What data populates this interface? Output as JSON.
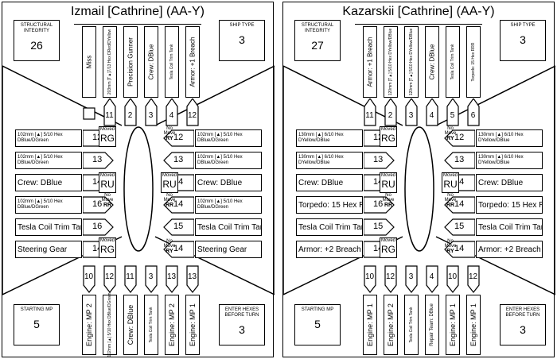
{
  "sheets": [
    {
      "title": "Izmail [Cathrine] (AA-Y)",
      "structural_integrity": {
        "label": "STRUCTURAL INTEGRITY",
        "value": "26"
      },
      "ship_type": {
        "label": "SHIP TYPE",
        "value": "3"
      },
      "starting_mp": {
        "label": "STARTING MP",
        "value": "5"
      },
      "enter_hexes": {
        "label": "ENTER HEXES BEFORE TURN",
        "value": "3"
      },
      "top_cards": [
        {
          "label": "Miss",
          "num": "",
          "blank": true
        },
        {
          "label": "203mm [T▲]7/13 Hex DRed/DYellow",
          "num": "11"
        },
        {
          "label": "Precision Gunner",
          "num": "2"
        },
        {
          "label": "Crew: DBlue",
          "num": "3"
        },
        {
          "label": "Tesla Coil Trim Tank",
          "num": "4"
        },
        {
          "label": "Armor: +1 Breach",
          "num": "12"
        }
      ],
      "left_cards": [
        {
          "label": "102mm [▲] 5/10 Hex DBlue/DGreen",
          "num": "12"
        },
        {
          "label": "102mm [▲] 5/10 Hex DBlue/DGreen",
          "num": "13"
        },
        {
          "label": "Crew: DBlue",
          "num": "14"
        },
        {
          "label": "102mm [▲] 5/10 Hex DBlue/DGreen",
          "num": "16"
        },
        {
          "label": "Tesla Coil Trim Tank",
          "num": "16"
        },
        {
          "label": "Steering Gear",
          "num": "14"
        }
      ],
      "right_cards": [
        {
          "label": "102mm [▲] 5/10 Hex DBlue/DGreen",
          "num": "12"
        },
        {
          "label": "102mm [▲] 5/10 Hex DBlue/DGreen",
          "num": "13"
        },
        {
          "label": "Crew: DBlue",
          "num": "14"
        },
        {
          "label": "102mm [▲] 5/10 Hex DBlue/DGreen",
          "num": "14"
        },
        {
          "label": "Tesla Coil Trim Tank",
          "num": "15"
        },
        {
          "label": "Steering Gear",
          "num": "14"
        }
      ],
      "bottom_cards": [
        {
          "label": "Engine: MP 2",
          "num": "10"
        },
        {
          "label": "102mm [▲] 5/10 Hex DBlue/DGreen",
          "num": "12"
        },
        {
          "label": "Crew: DBlue",
          "num": "11"
        },
        {
          "label": "Tesla Coil Trim Tank",
          "num": "3"
        },
        {
          "label": "Engine: MP 2",
          "num": "13"
        },
        {
          "label": "Engine: MP 1",
          "num": "13"
        }
      ]
    },
    {
      "title": "Kazarskii [Cathrine] (AA-Y)",
      "structural_integrity": {
        "label": "STRUCTURAL INTEGRITY",
        "value": "27"
      },
      "ship_type": {
        "label": "SHIP TYPE",
        "value": "3"
      },
      "starting_mp": {
        "label": "STARTING MP",
        "value": "5"
      },
      "enter_hexes": {
        "label": "ENTER HEXES BEFORE TURN",
        "value": "3"
      },
      "top_cards": [
        {
          "label": "Armor: +1 Breach",
          "num": "11"
        },
        {
          "label": "120mm [T▲] 5/10 Hex DYellow/DBlue",
          "num": "2"
        },
        {
          "label": "120mm [T▲] 5/10 Hex DYellow/DBlue",
          "num": "3"
        },
        {
          "label": "Crew: DBlue",
          "num": "4"
        },
        {
          "label": "Tesla Coil Trim Tank",
          "num": "5"
        },
        {
          "label": "Torpedo: 15 Hex RRR",
          "num": "6"
        }
      ],
      "left_cards": [
        {
          "label": "130mm [▲] 6/10 Hex DYellow/DBlue",
          "num": "12"
        },
        {
          "label": "130mm [▲] 6/10 Hex DYellow/DBlue",
          "num": "13"
        },
        {
          "label": "Crew: DBlue",
          "num": "14"
        },
        {
          "label": "Torpedo: 15 Hex RRR",
          "num": "16"
        },
        {
          "label": "Tesla Coil Trim Tank",
          "num": "15"
        },
        {
          "label": "Armor: +2 Breach",
          "num": "14"
        }
      ],
      "right_cards": [
        {
          "label": "130mm [▲] 6/10 Hex DYellow/DBlue",
          "num": "12"
        },
        {
          "label": "130mm [▲] 6/10 Hex DYellow/DBlue",
          "num": "13"
        },
        {
          "label": "Crew: DBlue",
          "num": "14"
        },
        {
          "label": "Torpedo: 15 Hex RRR",
          "num": "14"
        },
        {
          "label": "Tesla Coil Trim Tank",
          "num": "15"
        },
        {
          "label": "Armor: +2 Breach",
          "num": "14"
        }
      ],
      "bottom_cards": [
        {
          "label": "Engine: MP 1",
          "num": "10"
        },
        {
          "label": "Engine: MP 2",
          "num": "12"
        },
        {
          "label": "Tesla Coil Trim Tank",
          "num": "3"
        },
        {
          "label": "Repair Team: DBlue",
          "num": "4"
        },
        {
          "label": "Engine: MP 1",
          "num": "10"
        },
        {
          "label": "Engine: MP 1",
          "num": "12"
        }
      ]
    }
  ],
  "move_boxes": [
    {
      "top": "Moved",
      "code": "RG"
    },
    {
      "top": "Moved",
      "code": "RU"
    },
    {
      "top": "Moved",
      "code": "RU"
    },
    {
      "top": "Moved",
      "code": "RG"
    }
  ],
  "no_move": [
    {
      "line1": "No",
      "line2": "Move",
      "code": "RY"
    },
    {
      "line1": "No",
      "line2": "Move",
      "code": "RR"
    },
    {
      "line1": "No",
      "line2": "Move",
      "code": "RR"
    },
    {
      "line1": "No",
      "line2": "Move",
      "code": "RY"
    }
  ]
}
